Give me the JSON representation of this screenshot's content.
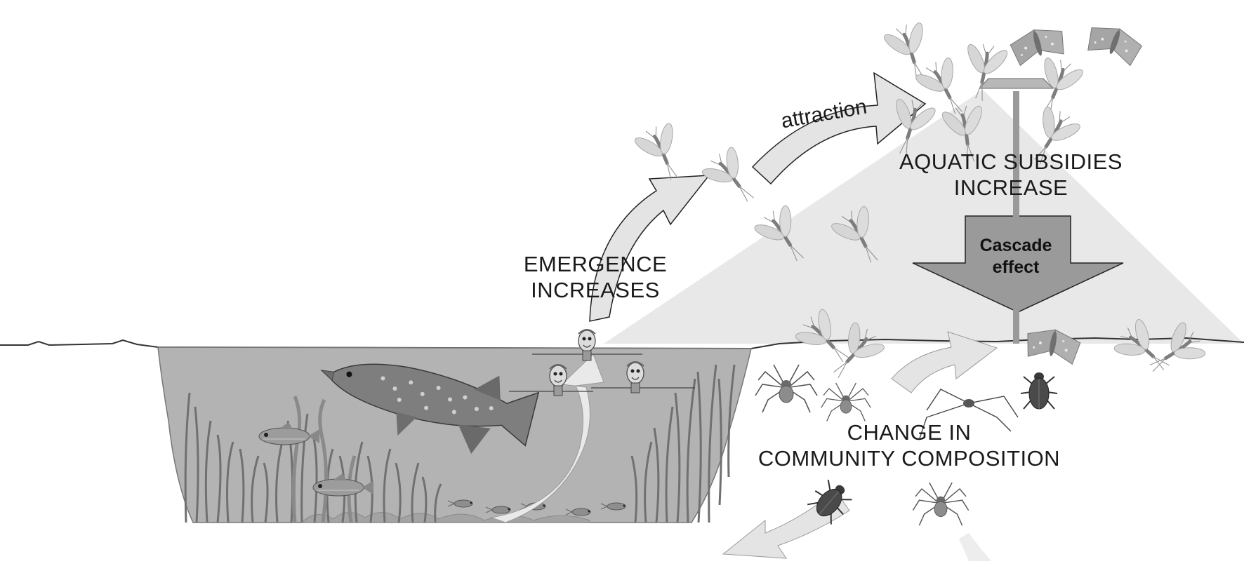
{
  "labels": {
    "emergence": [
      "EMERGENCE",
      "INCREASES"
    ],
    "attraction": "attraction",
    "aquatic_subsidies": [
      "AQUATIC SUBSIDIES",
      "INCREASE"
    ],
    "cascade": [
      "Cascade",
      "effect"
    ],
    "community": [
      "CHANGE IN",
      "COMMUNITY COMPOSITION"
    ]
  },
  "colors": {
    "water": "#b3b3b3",
    "light_cone": "#e6e6e6",
    "arrow_fill": "#e4e4e4",
    "cascade_arrow": "#9a9a9a",
    "vegetation": "#7a7a7a",
    "insect_wing": "#d9d9d9",
    "insect_body": "#8a8a8a"
  },
  "icons": [
    "pike-fish-icon",
    "roach-fish-icon",
    "larva-icon",
    "mayfly-icon",
    "moth-icon",
    "spider-icon",
    "beetle-icon",
    "harvestman-icon",
    "street-lamp-icon"
  ]
}
